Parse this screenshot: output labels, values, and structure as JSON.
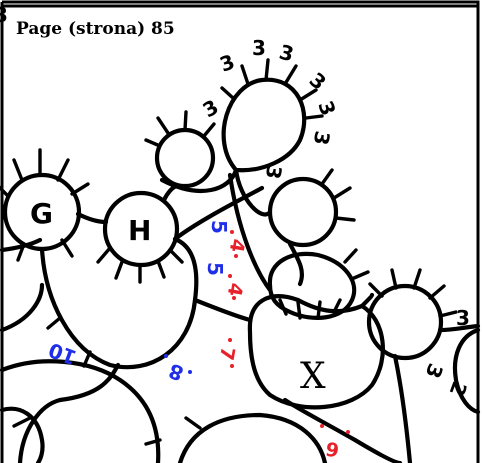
{
  "page_label": "Page (strona) 85",
  "ring_labels": {
    "g": "G",
    "h": "H",
    "x": "X"
  },
  "counts": {
    "top_1": "3",
    "top_2": "3",
    "top_3": "3",
    "top_4": "3",
    "right_1": "3",
    "right_2": "3",
    "right_3": "3",
    "left_stem": "3",
    "mid_3": "3",
    "far_right_1": "3",
    "far_right_2": "3",
    "far_right_3": "2",
    "blue_5a": "5",
    "blue_5b": "5",
    "blue_10": "10",
    "blue_8": "8",
    "red_4a": "4",
    "red_4b": "4",
    "red_7": "7",
    "red_6": "6"
  },
  "colors": {
    "ink": "#000000",
    "blue": "#1f2ee8",
    "red": "#e8202a"
  }
}
